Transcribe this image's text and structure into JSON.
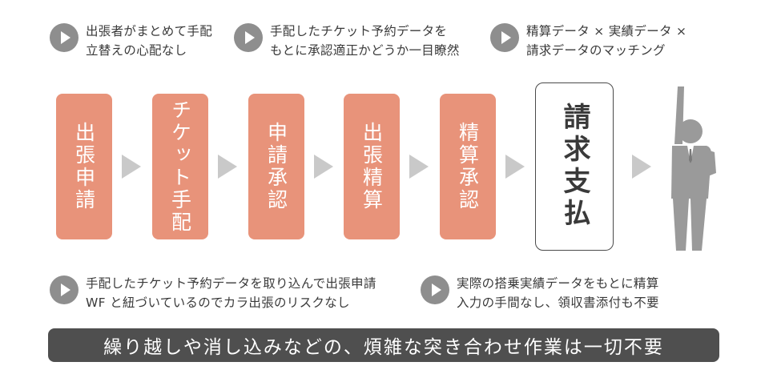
{
  "top_notes": [
    {
      "line1": "出張者がまとめて手配",
      "line2": "立替えの心配なし"
    },
    {
      "line1": "手配したチケット予約データを",
      "line2": "もとに承認適正かどうか一目瞭然"
    },
    {
      "line1": "精算データ × 実績データ ×",
      "line2": "請求データのマッチング"
    }
  ],
  "steps": [
    {
      "label": "出張申請"
    },
    {
      "label": "チケット手配"
    },
    {
      "label": "申請承認"
    },
    {
      "label": "出張精算"
    },
    {
      "label": "精算承認"
    }
  ],
  "final_step": {
    "label": "請求支払"
  },
  "bottom_notes": [
    {
      "line1": "手配したチケット予約データを取り込んで出張申請",
      "line2": "WF と紐づいているのでカラ出張のリスクなし"
    },
    {
      "line1": "実際の搭乗実績データをもとに精算",
      "line2": "入力の手間なし、領収書添付も不要"
    }
  ],
  "banner": {
    "text": "繰り越しや消し込みなどの、煩雑な突き合わせ作業は一切不要"
  },
  "colors": {
    "step": "#e8937a",
    "arrow": "#c9c9c9",
    "icon": "#8e8e8e",
    "banner": "#4f4f4f"
  },
  "icons": {
    "note": "play-circle-icon",
    "arrow": "triangle-right-icon",
    "figure": "businessman-icon"
  }
}
